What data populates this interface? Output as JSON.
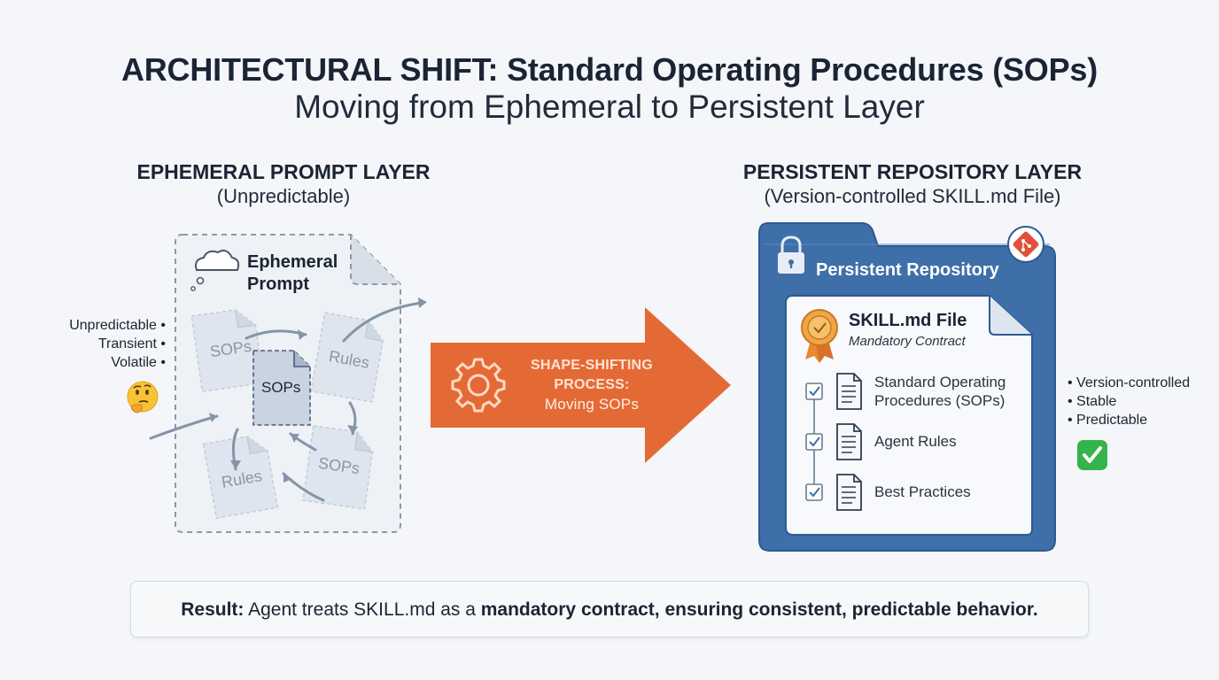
{
  "title": "ARCHITECTURAL SHIFT: Standard Operating Procedures (SOPs)",
  "subtitle": "Moving from Ephemeral to Persistent Layer",
  "left": {
    "heading": "EPHEMERAL PROMPT LAYER",
    "subheading": "(Unpredictable)",
    "box_title_line1": "Ephemeral",
    "box_title_line2": "Prompt",
    "traits": [
      "Unpredictable •",
      "Transient •",
      "Volatile •"
    ],
    "trait_icon": "thinking-face-emoji",
    "docs": {
      "sops_back": "SOPs",
      "rules_top": "Rules",
      "sops_center": "SOPs",
      "rules_bottom": "Rules",
      "sops_bottom": "SOPs"
    }
  },
  "arrow": {
    "line1": "SHAPE-SHIFTING",
    "line2": "PROCESS:",
    "line3": "Moving SOPs",
    "icon": "gear-icon",
    "color": "#e46a35"
  },
  "right": {
    "heading": "PERSISTENT REPOSITORY LAYER",
    "subheading": "(Version-controlled SKILL.md File)",
    "folder_title": "Persistent Repository",
    "folder_color": "#3f6fa8",
    "file_title": "SKILL.md File",
    "file_subtitle": "Mandatory Contract",
    "items": [
      {
        "line1": "Standard Operating",
        "line2": "Procedures (SOPs)"
      },
      {
        "line1": "Agent Rules",
        "line2": ""
      },
      {
        "line1": "Best Practices",
        "line2": ""
      }
    ],
    "traits": [
      "• Version-controlled",
      "• Stable",
      "• Predictable"
    ],
    "trait_icon": "check-mark-emoji"
  },
  "result": {
    "label": "Result:",
    "text_plain": " Agent treats SKILL.md as a ",
    "text_bold": "mandatory contract, ensuring consistent, predictable behavior."
  }
}
